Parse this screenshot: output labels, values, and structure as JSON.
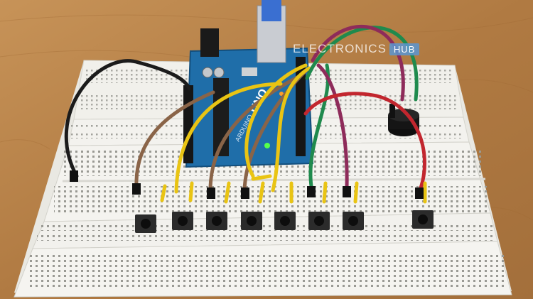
{
  "watermark": {
    "brand": "ELECTRONICS",
    "box": "HUB"
  },
  "board": {
    "logo": "UNO",
    "brand_label": "ARDUINO"
  },
  "colors": {
    "table": "#b9874f",
    "breadboard": "#f1f0eb",
    "arduino": "#1f6ea9",
    "wire_yellow": "#e9c413",
    "wire_brown": "#8a6448",
    "wire_green": "#1f8a4d",
    "wire_red": "#c2262e",
    "wire_purple": "#8e2b5a",
    "wire_black": "#1b1b1b"
  },
  "buttons": {
    "count": 8
  },
  "buzzer": {
    "present": true
  }
}
